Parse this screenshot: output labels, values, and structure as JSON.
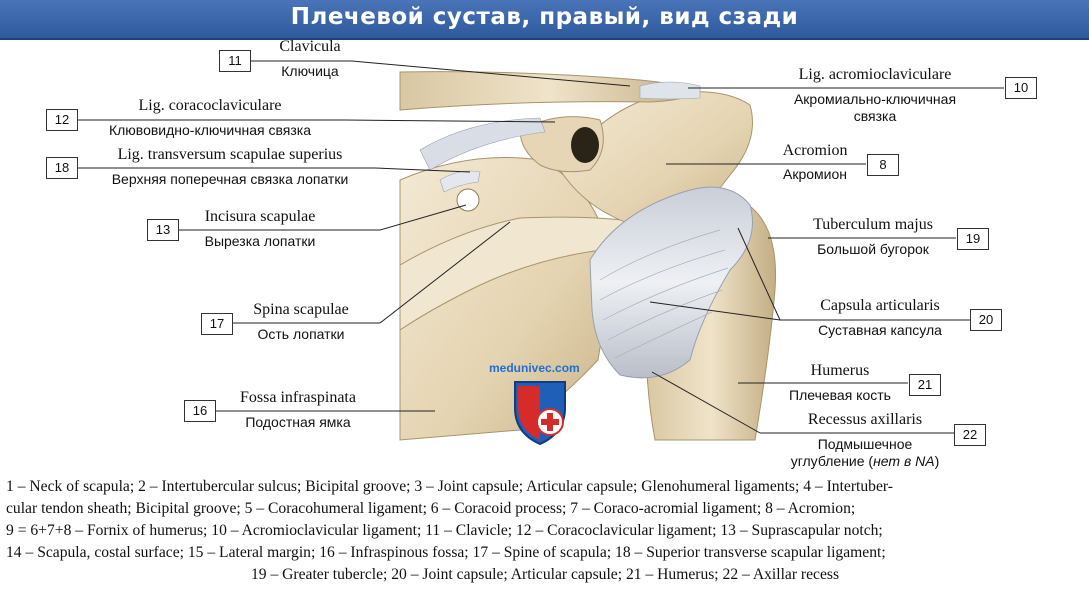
{
  "title": "Плечевой сустав, правый, вид сзади",
  "watermark": "medunivec.com",
  "labels": {
    "l11": {
      "num": "11",
      "lat": "Clavicula",
      "rus": "Ключица"
    },
    "l12": {
      "num": "12",
      "lat": "Lig. coracoclaviculare",
      "rus": "Клювовидно-ключичная связка"
    },
    "l18": {
      "num": "18",
      "lat": "Lig. transversum scapulae superius",
      "rus": "Верхняя поперечная связка лопатки"
    },
    "l13": {
      "num": "13",
      "lat": "Incisura scapulae",
      "rus": "Вырезка лопатки"
    },
    "l17": {
      "num": "17",
      "lat": "Spina scapulae",
      "rus": "Ость лопатки"
    },
    "l16": {
      "num": "16",
      "lat": "Fossa infraspinata",
      "rus": "Подостная ямка"
    },
    "l10": {
      "num": "10",
      "lat": "Lig. acromioclaviculare",
      "rus1": "Акромиально-ключичная",
      "rus2": "связка"
    },
    "l8": {
      "num": "8",
      "lat": "Acromion",
      "rus": "Акромион"
    },
    "l19": {
      "num": "19",
      "lat": "Tuberculum majus",
      "rus": "Большой бугорок"
    },
    "l20": {
      "num": "20",
      "lat": "Capsula articularis",
      "rus": "Суставная капсула"
    },
    "l21": {
      "num": "21",
      "lat": "Humerus",
      "rus": "Плечевая кость"
    },
    "l22": {
      "num": "22",
      "lat": "Recessus axillaris",
      "rus1": "Подмышечное",
      "rus2": "углубление (",
      "rus2_italic": "нет в NA",
      "rus2_end": ")"
    }
  },
  "legend": {
    "line1": "1 – Neck of scapula; 2 – Intertubercular sulcus; Bicipital groove; 3 – Joint capsule; Articular capsule; Glenohumeral ligaments; 4 – Intertuber-",
    "line2": "cular tendon sheath; Bicipital groove; 5 – Coracohumeral ligament; 6 – Coracoid process; 7 – Coraco-acromial ligament; 8 – Acromion;",
    "line3": "9 = 6+7+8 – Fornix of humerus; 10 – Acromioclavicular ligament; 11 – Clavicle; 12 – Coracoclavicular ligament; 13 – Suprascapular notch;",
    "line4": "14 – Scapula, costal surface; 15 – Lateral margin; 16 – Infraspinous fossa; 17 – Spine of scapula; 18 – Superior transverse scapular ligament;",
    "line5": "19 – Greater tubercle; 20 – Joint capsule; Articular capsule; 21 – Humerus; 22 – Axillar recess"
  },
  "colors": {
    "title_bg": "#3566ad",
    "bone": "#e9dcc2",
    "bone_shadow": "#c9b58f",
    "ligament": "#dfe3ea"
  }
}
